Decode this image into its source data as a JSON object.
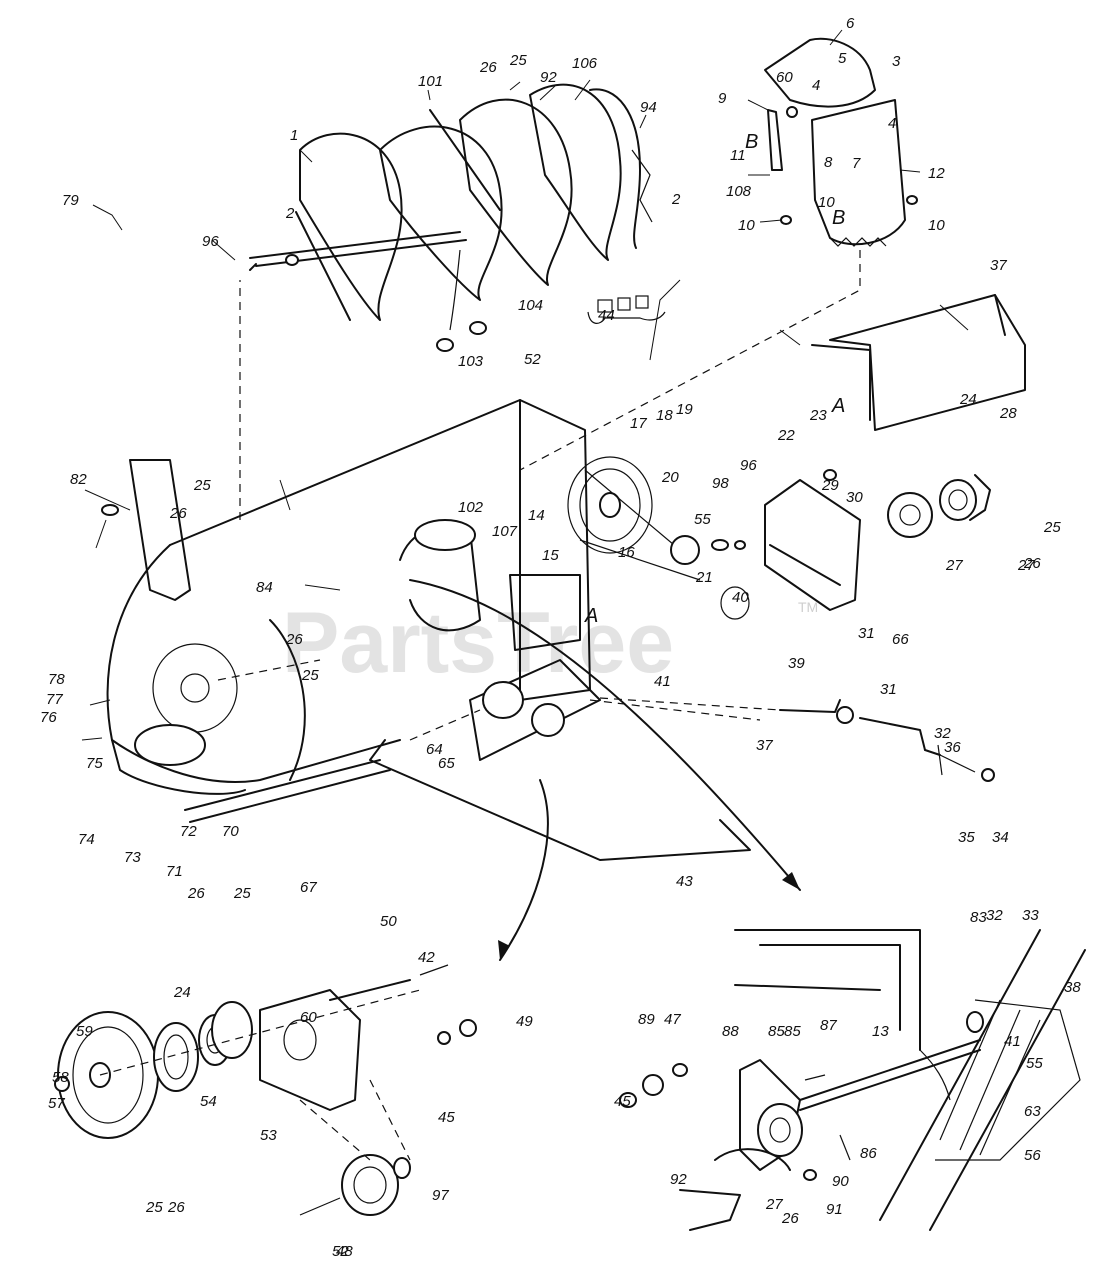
{
  "watermark": {
    "text": "PartsTree",
    "mark": "TM"
  },
  "section_letters": [
    "B",
    "B",
    "A",
    "A"
  ],
  "labels": [
    "1",
    "2",
    "2",
    "3",
    "4",
    "4",
    "5",
    "6",
    "7",
    "8",
    "9",
    "10",
    "10",
    "10",
    "11",
    "12",
    "13",
    "14",
    "15",
    "16",
    "17",
    "18",
    "19",
    "20",
    "21",
    "22",
    "23",
    "24",
    "24",
    "25",
    "25",
    "25",
    "25",
    "25",
    "25",
    "26",
    "26",
    "26",
    "26",
    "26",
    "26",
    "26",
    "27",
    "27",
    "27",
    "28",
    "29",
    "30",
    "31",
    "31",
    "32",
    "32",
    "33",
    "34",
    "35",
    "36",
    "37",
    "37",
    "38",
    "39",
    "40",
    "41",
    "41",
    "42",
    "43",
    "44",
    "45",
    "45",
    "47",
    "48",
    "49",
    "50",
    "52",
    "52",
    "53",
    "54",
    "55",
    "55",
    "56",
    "57",
    "58",
    "59",
    "60",
    "60",
    "63",
    "64",
    "65",
    "66",
    "67",
    "70",
    "71",
    "72",
    "73",
    "74",
    "75",
    "76",
    "77",
    "78",
    "79",
    "82",
    "83",
    "84",
    "85",
    "85",
    "86",
    "87",
    "88",
    "89",
    "90",
    "91",
    "92",
    "92",
    "94",
    "96",
    "96",
    "97",
    "98",
    "101",
    "102",
    "103",
    "104",
    "106",
    "107",
    "108"
  ]
}
